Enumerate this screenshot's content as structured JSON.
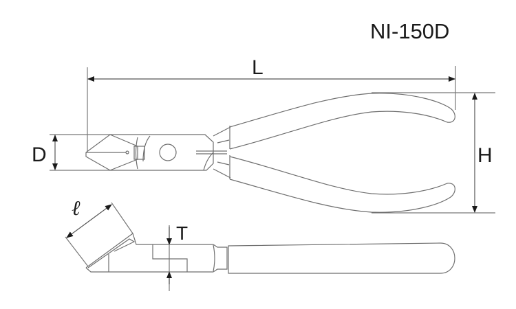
{
  "title": "NI-150D",
  "dimensions": {
    "length": "L",
    "height": "H",
    "jaw_depth": "D",
    "thickness": "T",
    "blade_length": "ℓ"
  },
  "views": {
    "top": "Front/top view of diagonal cutting pliers",
    "side": "Side view of pliers"
  },
  "colors": {
    "line": "#707070",
    "dimension": "#555555",
    "text": "#1a1a1a",
    "background": "#ffffff"
  }
}
